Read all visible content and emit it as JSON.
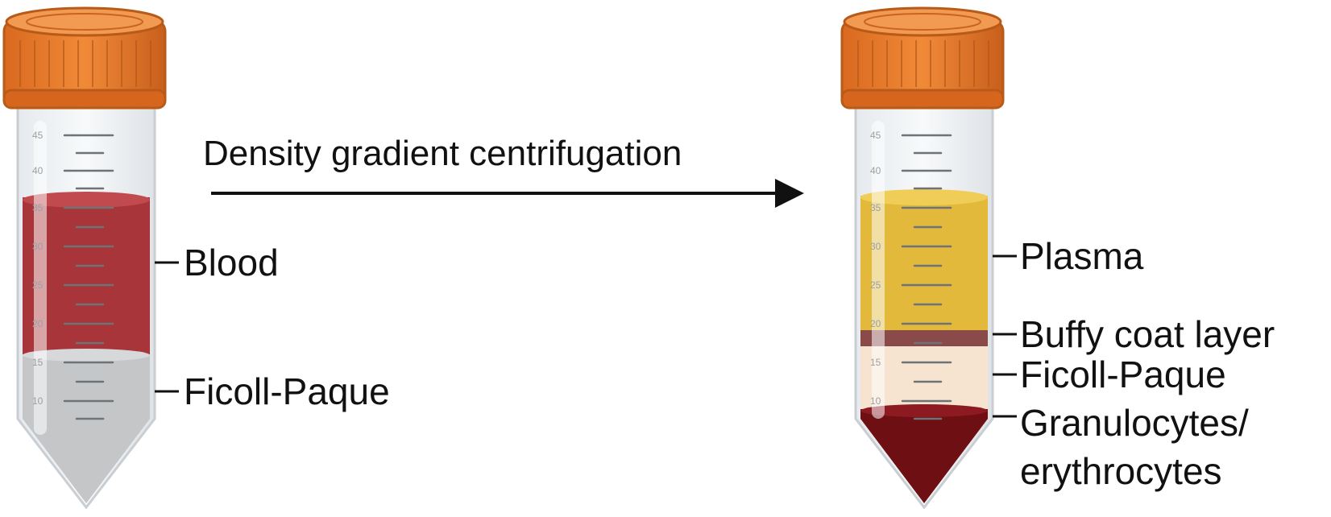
{
  "process": {
    "label": "Density gradient centrifugation"
  },
  "tube_before": {
    "scale_marks": [
      "45",
      "40",
      "35",
      "30",
      "25",
      "20",
      "15",
      "10"
    ],
    "layers": [
      {
        "label": "Blood",
        "color": "#a8353a"
      },
      {
        "label": "Ficoll-Paque",
        "color": "#c4c6c7"
      }
    ]
  },
  "tube_after": {
    "scale_marks": [
      "45",
      "40",
      "35",
      "30",
      "25",
      "20",
      "15",
      "10"
    ],
    "layers": [
      {
        "label": "Plasma",
        "color": "#e2b93b"
      },
      {
        "label": "Buffy coat layer",
        "color": "#8a4a4a"
      },
      {
        "label": "Ficoll-Paque",
        "color": "#f6e4d0"
      },
      {
        "label": "Granulocytes/",
        "label_line2": "erythrocytes",
        "color": "#6e0f14"
      }
    ]
  },
  "colors": {
    "cap": "#e87a2b",
    "cap_dark": "#b85a18",
    "tube_outline": "#c9ced3"
  }
}
